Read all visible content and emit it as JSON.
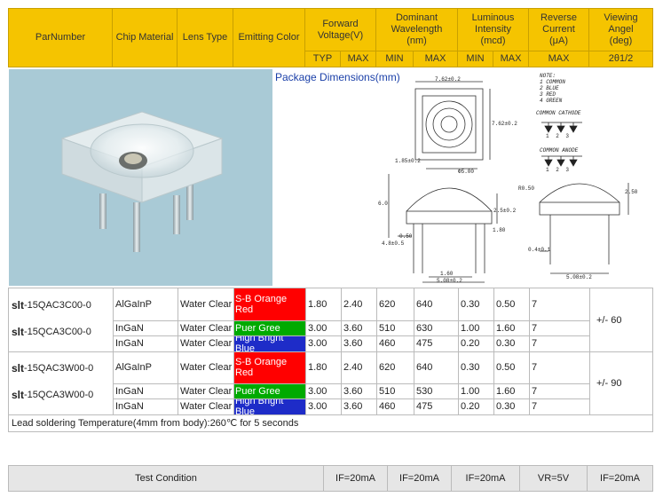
{
  "header": {
    "part_number": "ParNumber",
    "chip_material": "Chip Material",
    "lens_type": "Lens Type",
    "emitting_color": "Emitting Color",
    "forward_voltage": "Forward Voltage(V)",
    "dominant_wavelength": "Dominant Wavelength (nm)",
    "luminous_intensity": "Luminous Intensity (mcd)",
    "reverse_current": "Reverse Current (μA)",
    "viewing_angle": "Viewing Angel (deg)",
    "sub": [
      "TYP",
      "MAX",
      "MIN",
      "MAX",
      "MIN",
      "MAX",
      "MAX",
      "2θ1/2"
    ]
  },
  "package": {
    "title": "Package Dimensions(mm)",
    "note_lines": [
      "NOTE:",
      "1 COMMON",
      "2 BLUE",
      "3 RED",
      "4 GREEN"
    ],
    "common_cathode": "COMMON CATHODE",
    "common_anode": "COMMON ANODE",
    "pin_numbers": "1 2 3",
    "dims": {
      "top_width": "7.62±0.2",
      "side_width": "7.62±0.2",
      "pitch": "1.85±0.2",
      "dome": "Φ5.00",
      "height": "6.0",
      "lead_dim": "2.5±0.2",
      "lead_len": "4.8±0.5",
      "lead_w": "0.50",
      "lead_t": "1.80",
      "span": "1.60",
      "span2": "5.08±0.2",
      "r": "R0.50",
      "side_h": "2.50",
      "side_t": "0.4±0.1",
      "side_span": "5.08±0.2"
    }
  },
  "groups": [
    {
      "viewing_angle": "+/- 60",
      "rows": [
        {
          "part_prefix": "slt",
          "part_rest": "-15QAC3C00-0",
          "chip": "AlGaInP",
          "lens": "Water Clear",
          "color_name": "S-B Orange Red",
          "color_bg": "#ff0000",
          "vf_typ": "1.80",
          "vf_max": "2.40",
          "wl_min": "620",
          "wl_max": "640",
          "iv_min": "0.30",
          "iv_max": "0.50",
          "ir_max": "7"
        },
        {
          "part_prefix": "slt",
          "part_rest": "-15QCA3C00-0",
          "chip": "InGaN",
          "lens": "Water Clear",
          "color_name": "Puer Gree",
          "color_bg": "#00aa00",
          "vf_typ": "3.00",
          "vf_max": "3.60",
          "wl_min": "510",
          "wl_max": "630",
          "iv_min": "1.00",
          "iv_max": "1.60",
          "ir_max": "7"
        },
        {
          "part_prefix": "",
          "part_rest": "",
          "chip": "InGaN",
          "lens": "Water Clear",
          "color_name": "High Bright Blue",
          "color_bg": "#1e2cc8",
          "vf_typ": "3.00",
          "vf_max": "3.60",
          "wl_min": "460",
          "wl_max": "475",
          "iv_min": "0.20",
          "iv_max": "0.30",
          "ir_max": "7"
        }
      ]
    },
    {
      "viewing_angle": "+/- 90",
      "rows": [
        {
          "part_prefix": "slt",
          "part_rest": "-15QAC3W00-0",
          "chip": "AlGaInP",
          "lens": "Water Clear",
          "color_name": "S-B Orange Red",
          "color_bg": "#ff0000",
          "vf_typ": "1.80",
          "vf_max": "2.40",
          "wl_min": "620",
          "wl_max": "640",
          "iv_min": "0.30",
          "iv_max": "0.50",
          "ir_max": "7"
        },
        {
          "part_prefix": "slt",
          "part_rest": "-15QCA3W00-0",
          "chip": "InGaN",
          "lens": "Water Clear",
          "color_name": "Puer Gree",
          "color_bg": "#00aa00",
          "vf_typ": "3.00",
          "vf_max": "3.60",
          "wl_min": "510",
          "wl_max": "530",
          "iv_min": "1.00",
          "iv_max": "1.60",
          "ir_max": "7"
        },
        {
          "part_prefix": "",
          "part_rest": "",
          "chip": "InGaN",
          "lens": "Water Clear",
          "color_name": "High Bright Blue",
          "color_bg": "#1e2cc8",
          "vf_typ": "3.00",
          "vf_max": "3.60",
          "wl_min": "460",
          "wl_max": "475",
          "iv_min": "0.20",
          "iv_max": "0.30",
          "ir_max": "7"
        }
      ]
    }
  ],
  "footnote": "Lead soldering Temperature(4mm from body):260℃ for 5 seconds",
  "test_condition": {
    "label": "Test Condition",
    "values": [
      "IF=20mA",
      "IF=20mA",
      "IF=20mA",
      "VR=5V",
      "IF=20mA"
    ]
  },
  "colors": {
    "header_bg": "#f5c400",
    "photo_bg": "#a9cad6",
    "test_bg": "#e6e6e6"
  }
}
